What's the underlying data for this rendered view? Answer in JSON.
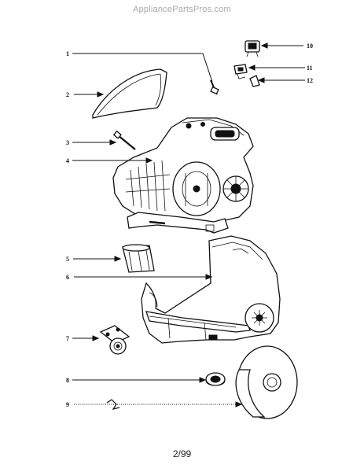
{
  "header": {
    "site": "AppliancePartsPros.com"
  },
  "footer": {
    "page_label": "2/99"
  },
  "callouts": [
    {
      "number": "1",
      "part_icon": "screw-icon"
    },
    {
      "number": "2",
      "part_icon": "top-cover-icon"
    },
    {
      "number": "3",
      "part_icon": "long-screw-icon"
    },
    {
      "number": "4",
      "part_icon": "motor-housing-icon"
    },
    {
      "number": "5",
      "part_icon": "filter-sleeve-icon"
    },
    {
      "number": "6",
      "part_icon": "body-shell-icon"
    },
    {
      "number": "7",
      "part_icon": "caster-wheel-icon"
    },
    {
      "number": "8",
      "part_icon": "button-icon"
    },
    {
      "number": "9",
      "part_icon": "clip-icon"
    },
    {
      "number": "10",
      "part_icon": "switch-icon"
    },
    {
      "number": "11",
      "part_icon": "switch-bracket-icon"
    },
    {
      "number": "12",
      "part_icon": "switch-lever-icon"
    }
  ]
}
